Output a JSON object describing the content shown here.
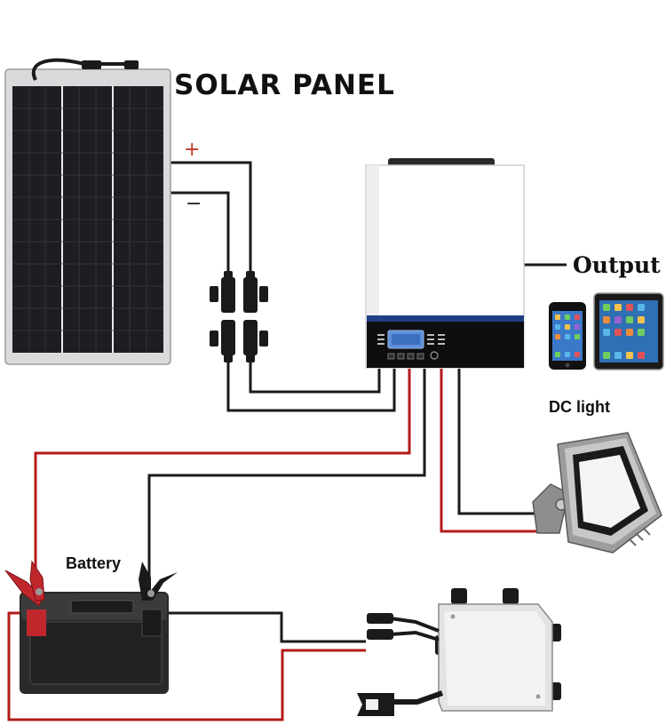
{
  "labels": {
    "solar_panel": "SOLAR  PANEL",
    "output": "Output",
    "dc_light": "DC light",
    "battery": "Battery",
    "positive_sign": "+",
    "negative_sign": "−"
  },
  "colors": {
    "positive_wire": "#b31b1b",
    "negative_wire": "#1a1a1a",
    "panel_cell": "#1c1e22",
    "inverter_accent": "#1f3f86"
  },
  "icons": [
    "solar-panel-icon",
    "mc4-connector-icon",
    "inverter-icon",
    "smartphone-icon",
    "tablet-icon",
    "floodlight-icon",
    "battery-icon",
    "alligator-clip-icon",
    "microinverter-icon"
  ]
}
